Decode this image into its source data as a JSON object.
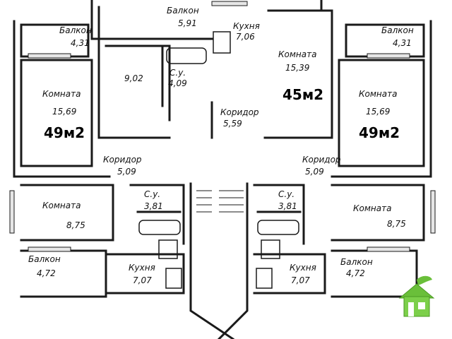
{
  "colors": {
    "wall": "#1a1a1a",
    "window": "#e6e6e6",
    "logo_green": "#6abf3a",
    "logo_white": "#ffffff"
  },
  "plan": {
    "labels": {
      "balcony_top": "Балкон",
      "balcony_top_area": "5,91",
      "kitchen_top": "Кухня",
      "kitchen_top_area": "7,06",
      "balcony_left_top": "Балкон",
      "balcony_left_top_area": "4,31",
      "balcony_right_top": "Балкон",
      "balcony_right_top_area": "4,31",
      "room_center_top": "Комната",
      "room_center_top_area": "15,39",
      "apt_center_total": "45м2",
      "room_small_top_area": "9,02",
      "bath_top": "С.у.",
      "bath_top_area": "4,09",
      "corridor_center": "Коридор",
      "corridor_center_area": "5,59",
      "room_left_big": "Комната",
      "room_left_big_area": "15,69",
      "apt_left_total": "49м2",
      "room_right_big": "Комната",
      "room_right_big_area": "15,69",
      "apt_right_total": "49м2",
      "corridor_left": "Коридор",
      "corridor_left_area": "5,09",
      "corridor_right": "Коридор",
      "corridor_right_area": "5,09",
      "bath_left": "С.у.",
      "bath_left_area": "3,81",
      "bath_right": "С.у.",
      "bath_right_area": "3,81",
      "room_left_low": "Комната",
      "room_left_low_area": "8,75",
      "room_right_low": "Комната",
      "room_right_low_area": "8,75",
      "balcony_left_low": "Балкон",
      "balcony_left_low_area": "4,72",
      "balcony_right_low": "Балкон",
      "balcony_right_low_area": "4,72",
      "kitchen_left_low": "Кухня",
      "kitchen_left_low_area": "7,07",
      "kitchen_right_low": "Кухня",
      "kitchen_right_low_area": "7,07"
    }
  },
  "logo": {
    "icon": "house-leaf-icon"
  }
}
